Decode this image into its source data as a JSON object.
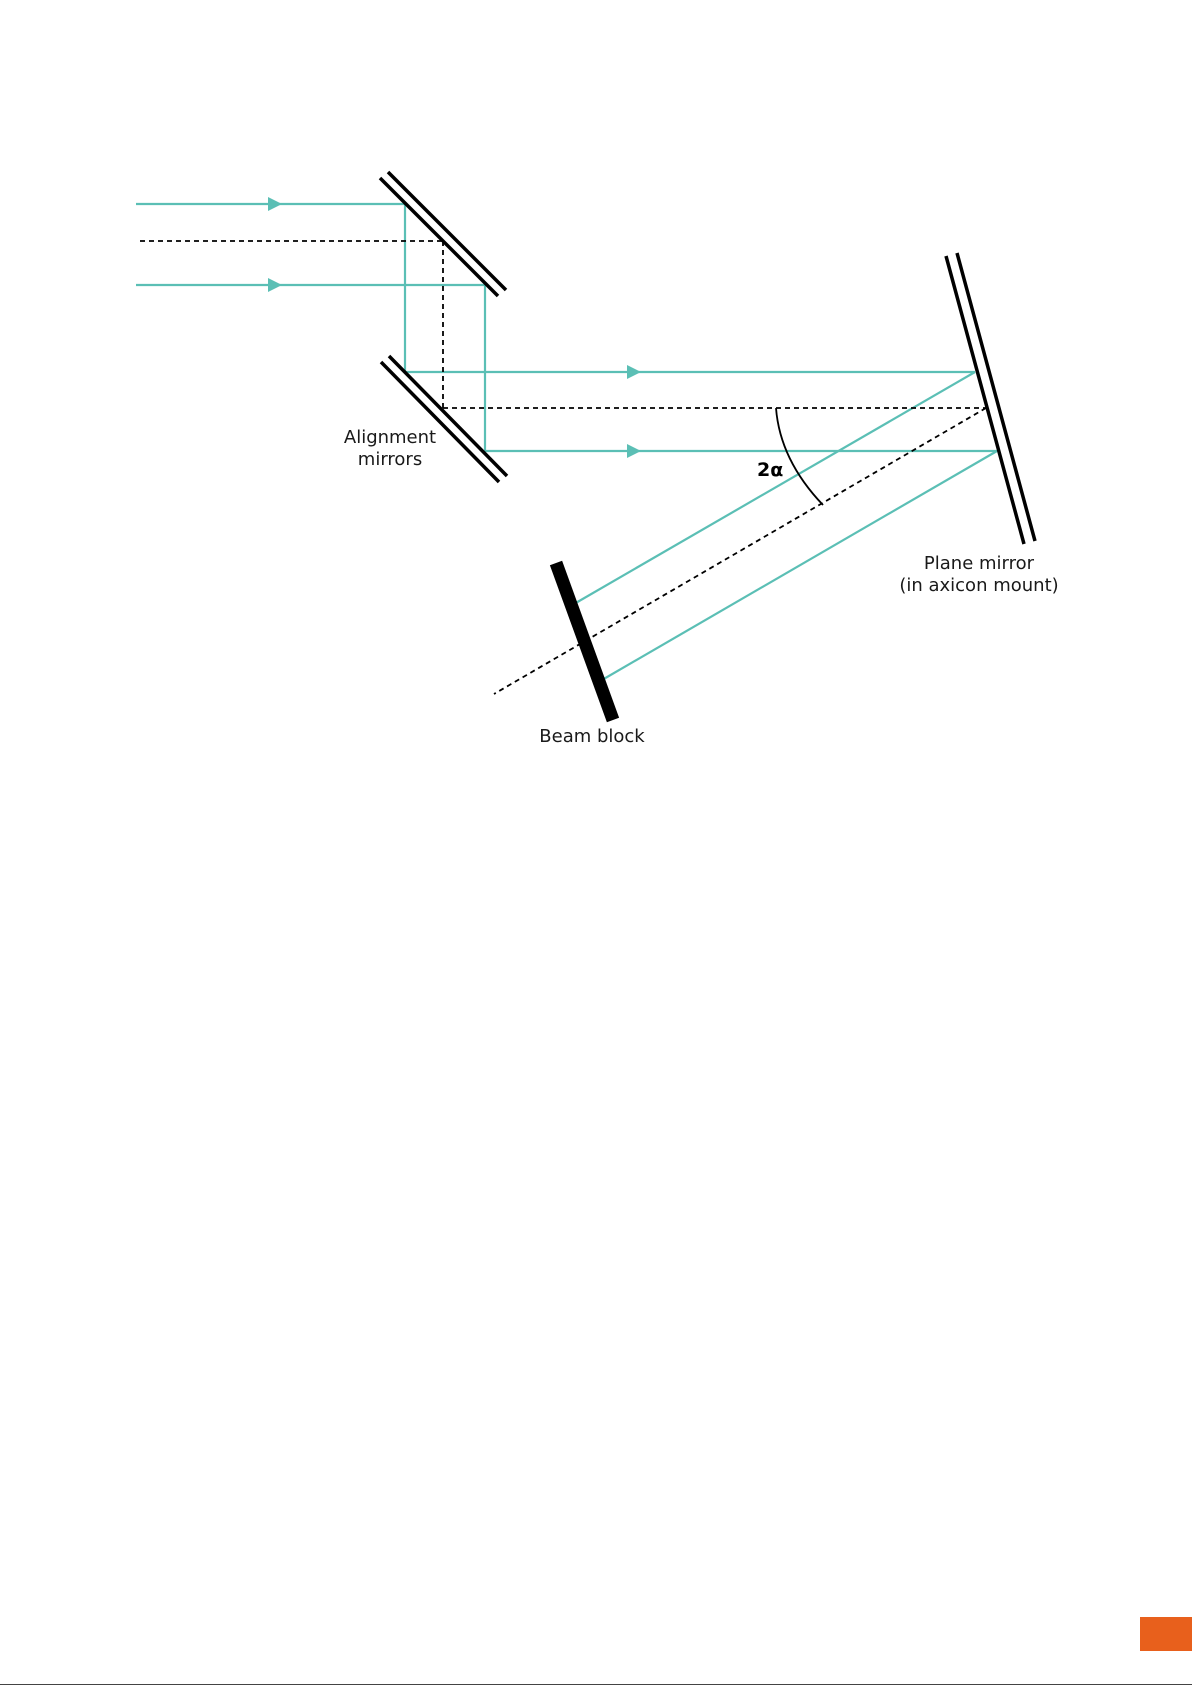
{
  "labels": {
    "alignment_mirrors_line1": "Alignment",
    "alignment_mirrors_line2": "mirrors",
    "angle": "2α",
    "plane_mirror_line1": "Plane mirror",
    "plane_mirror_line2": "(in axicon mount)",
    "beam_block": "Beam block"
  },
  "colors": {
    "beam": "#5bbfb5",
    "optics": "#000000",
    "page_tab": "#e8601c"
  }
}
